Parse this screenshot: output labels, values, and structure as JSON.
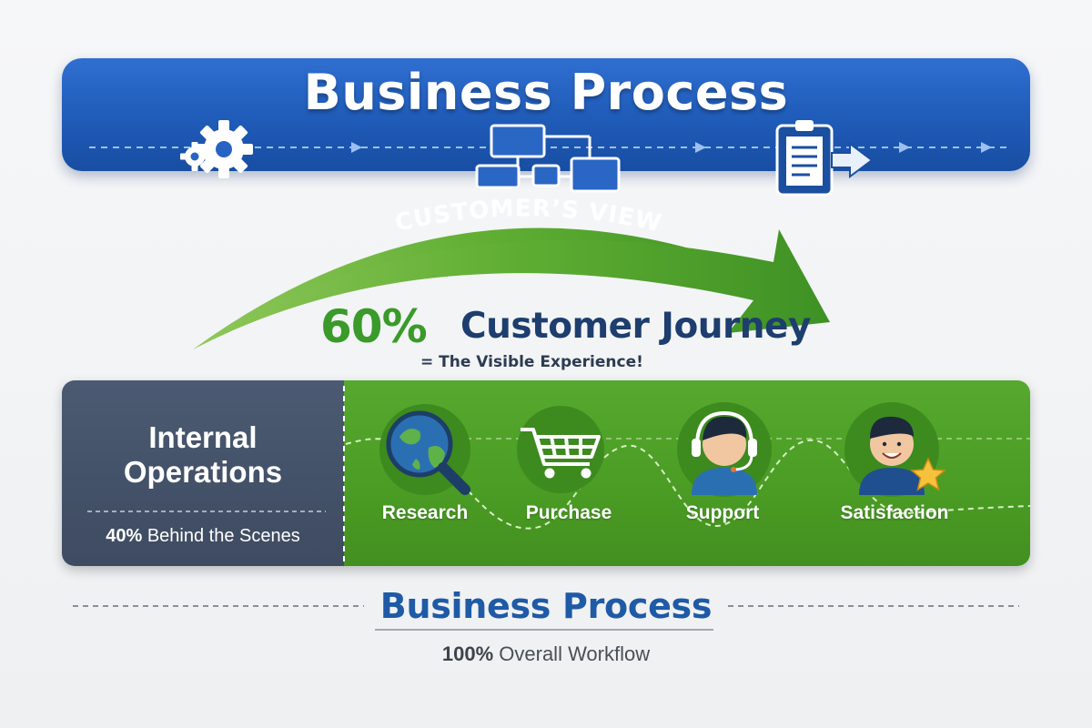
{
  "banner": {
    "title": "Business Process",
    "icons": [
      "gears-icon",
      "flowchart-icon",
      "clipboard-arrow-icon"
    ]
  },
  "customer_view": {
    "arrow_label": "CUSTOMER’S VIEW",
    "percent": "60%",
    "label": "Customer Journey",
    "subtitle": "= The Visible Experience!"
  },
  "internal": {
    "title_line1": "Internal",
    "title_line2": "Operations",
    "percent": "40%",
    "subtitle": "Behind the Scenes"
  },
  "journey_steps": [
    {
      "label": "Research",
      "icon": "globe-magnifier-icon"
    },
    {
      "label": "Purchase",
      "icon": "shopping-cart-icon"
    },
    {
      "label": "Support",
      "icon": "support-agent-icon"
    },
    {
      "label": "Satisfaction",
      "icon": "happy-customer-star-icon"
    }
  ],
  "footer": {
    "title": "Business Process",
    "percent": "100%",
    "subtitle": "Overall Workflow"
  },
  "colors": {
    "banner_blue": "#1f5bb8",
    "journey_green": "#4a9c24",
    "operations_slate": "#444f66",
    "title_navy": "#1f5aa6"
  }
}
